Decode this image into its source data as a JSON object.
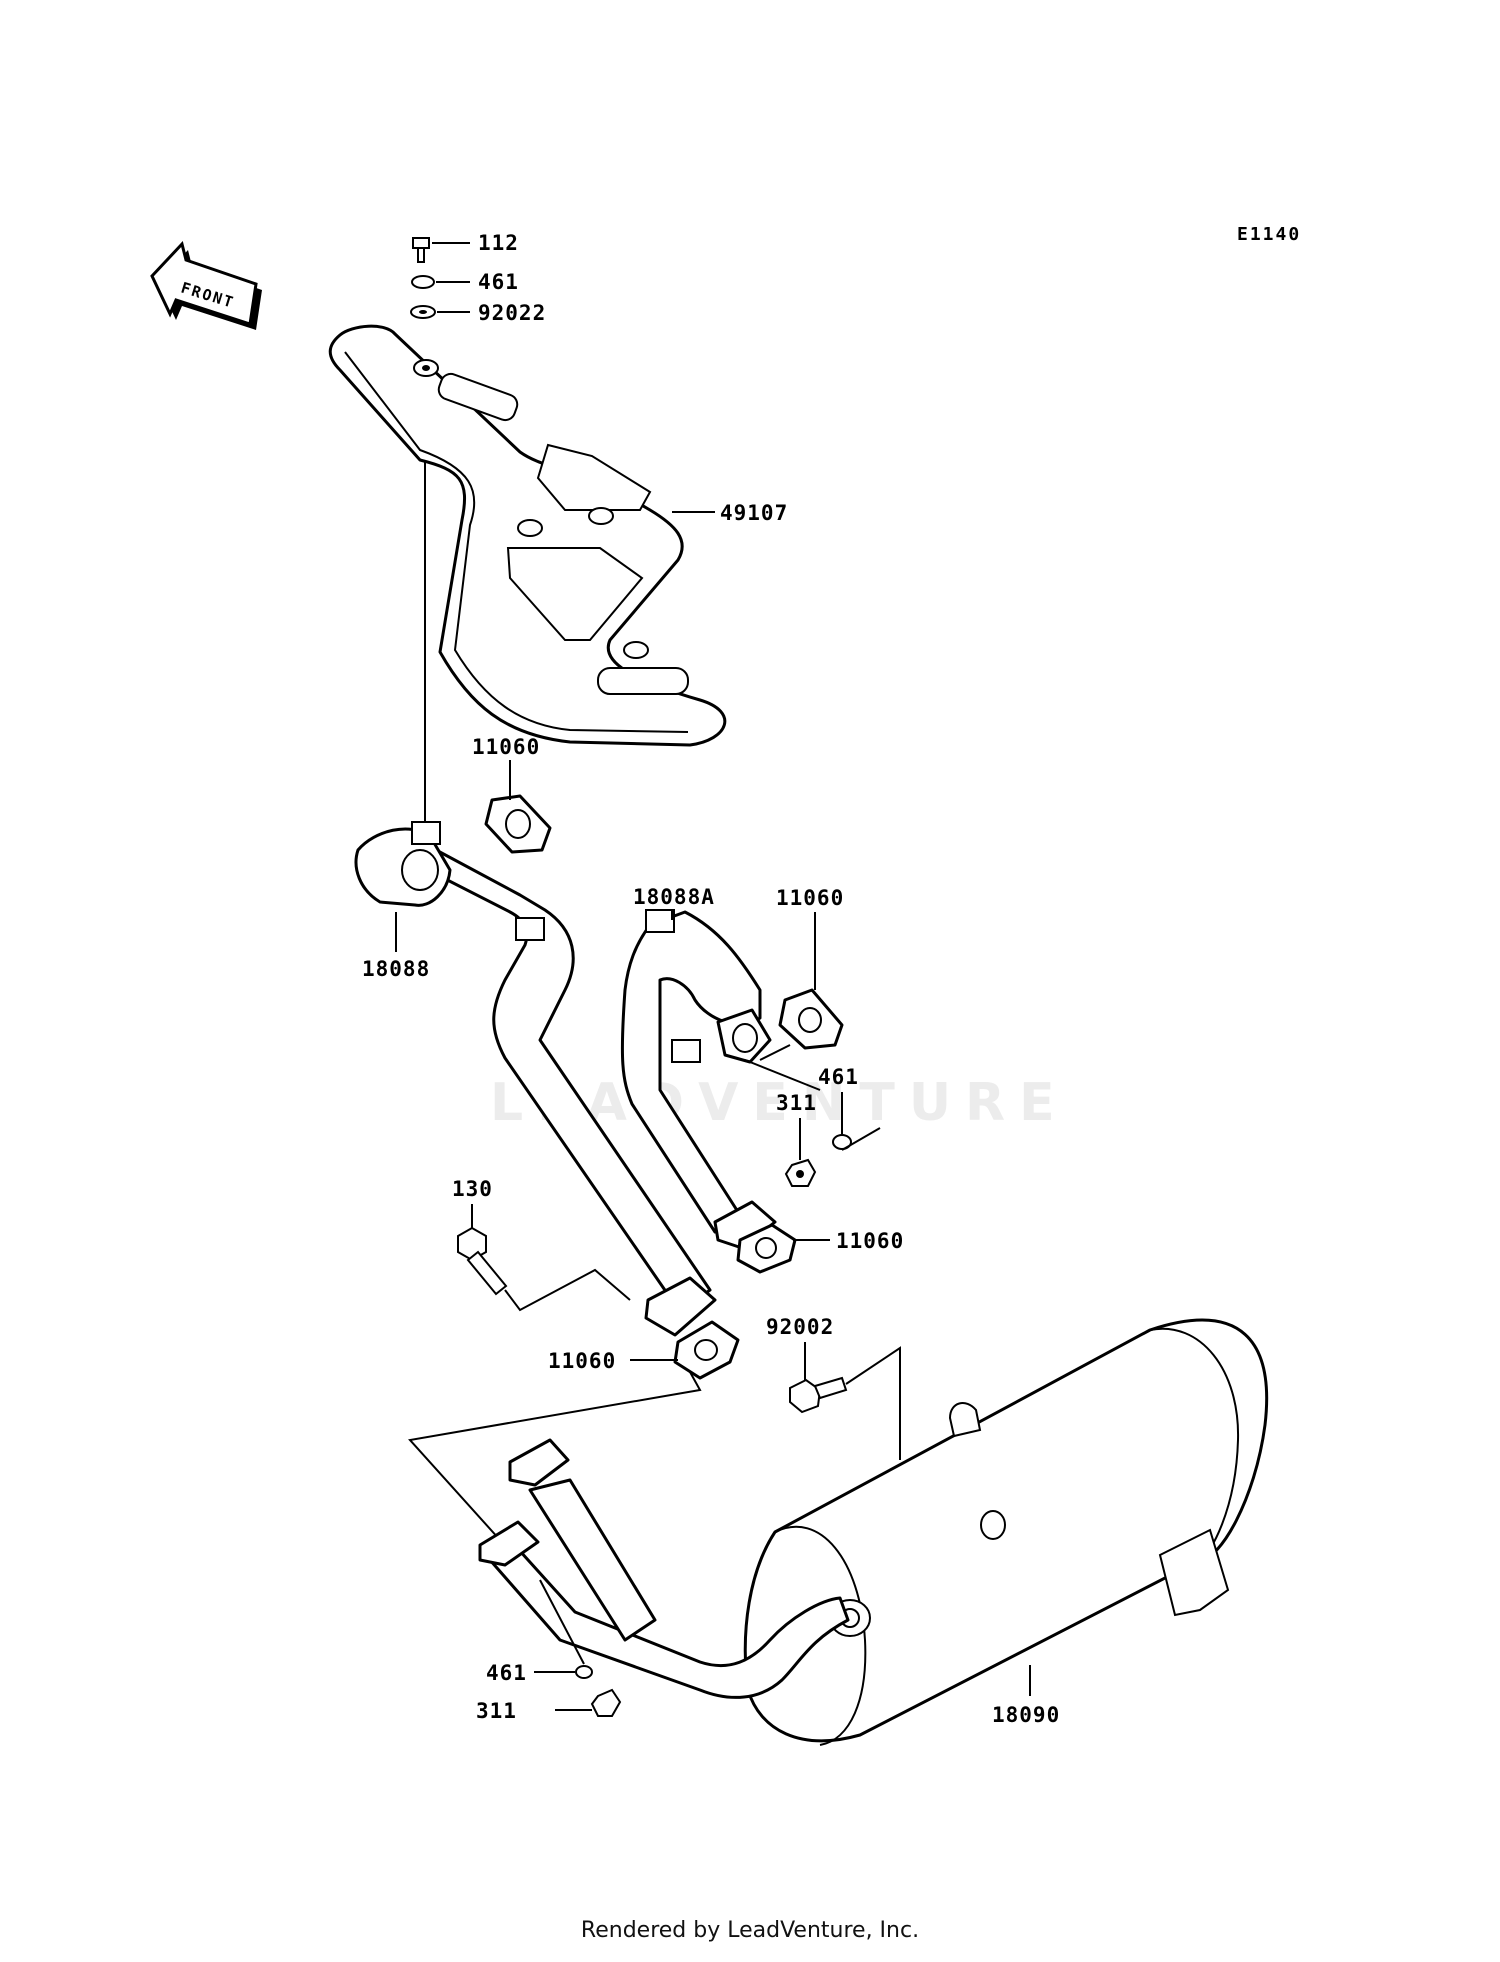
{
  "diagram_code": "E1140",
  "front_label": "FRONT",
  "watermark": "LEADVENTURE",
  "footer": "Rendered by LeadVenture, Inc.",
  "labels": {
    "p112": "112",
    "p461_top": "461",
    "p92022": "92022",
    "p49107": "49107",
    "p11060_a": "11060",
    "p18088a": "18088A",
    "p11060_b": "11060",
    "p18088": "18088",
    "p461_mid": "461",
    "p311_mid": "311",
    "p130": "130",
    "p11060_c": "11060",
    "p92002": "92002",
    "p11060_d": "11060",
    "p461_bot": "461",
    "p311_bot": "311",
    "p18090": "18090"
  }
}
